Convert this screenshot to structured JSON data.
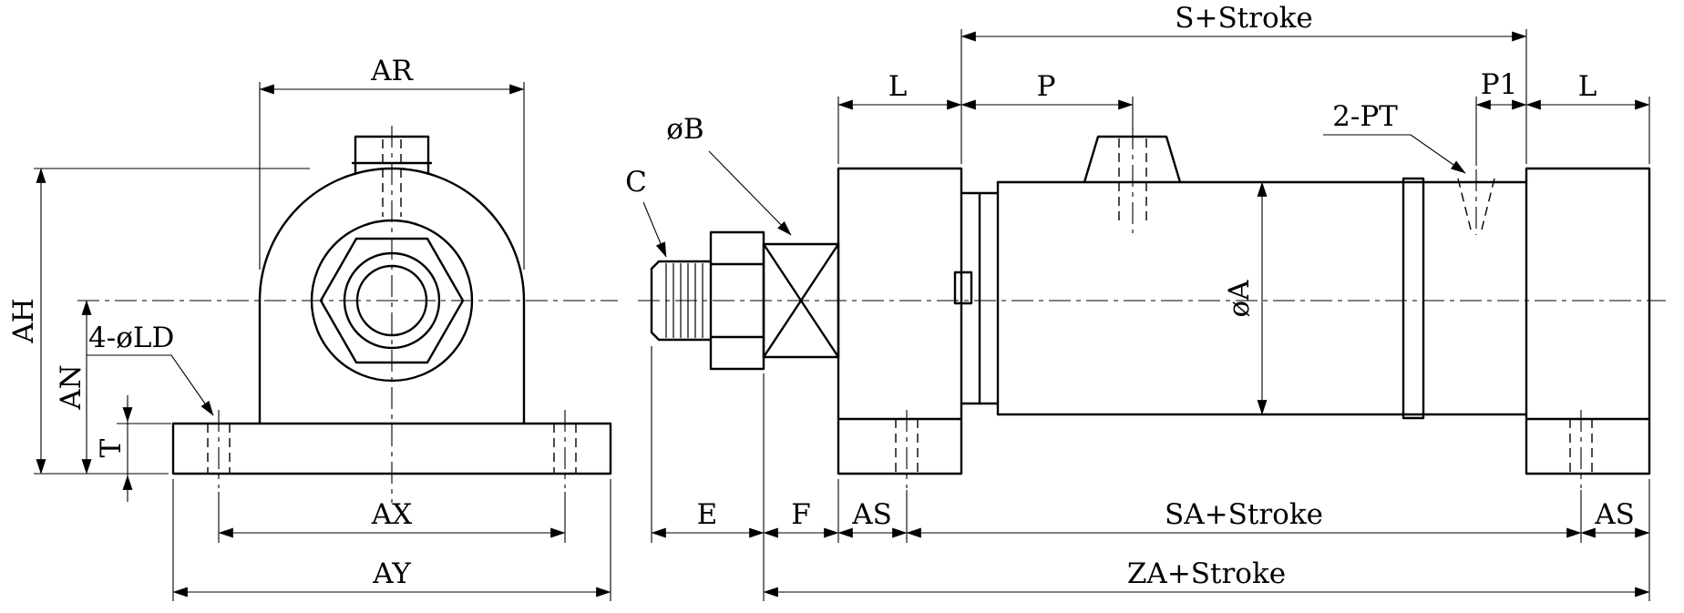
{
  "drawing": {
    "colors": {
      "line": "#000000",
      "background": "#ffffff"
    },
    "front_view": {
      "dims": {
        "ar": "AR",
        "ah": "AH",
        "an": "AN",
        "t": "T",
        "hole_callout": "4-øLD",
        "ax": "AX",
        "ay": "AY"
      }
    },
    "side_view": {
      "dims": {
        "s_stroke": "S+Stroke",
        "l_left": "L",
        "p": "P",
        "p1": "P1",
        "l_right": "L",
        "port_callout": "2-PT",
        "thread_callout": "C",
        "rod_dia": "øB",
        "bore_dia": "øA",
        "e": "E",
        "f": "F",
        "as_left": "AS",
        "sa_stroke": "SA+Stroke",
        "as_right": "AS",
        "za_stroke": "ZA+Stroke"
      }
    }
  }
}
